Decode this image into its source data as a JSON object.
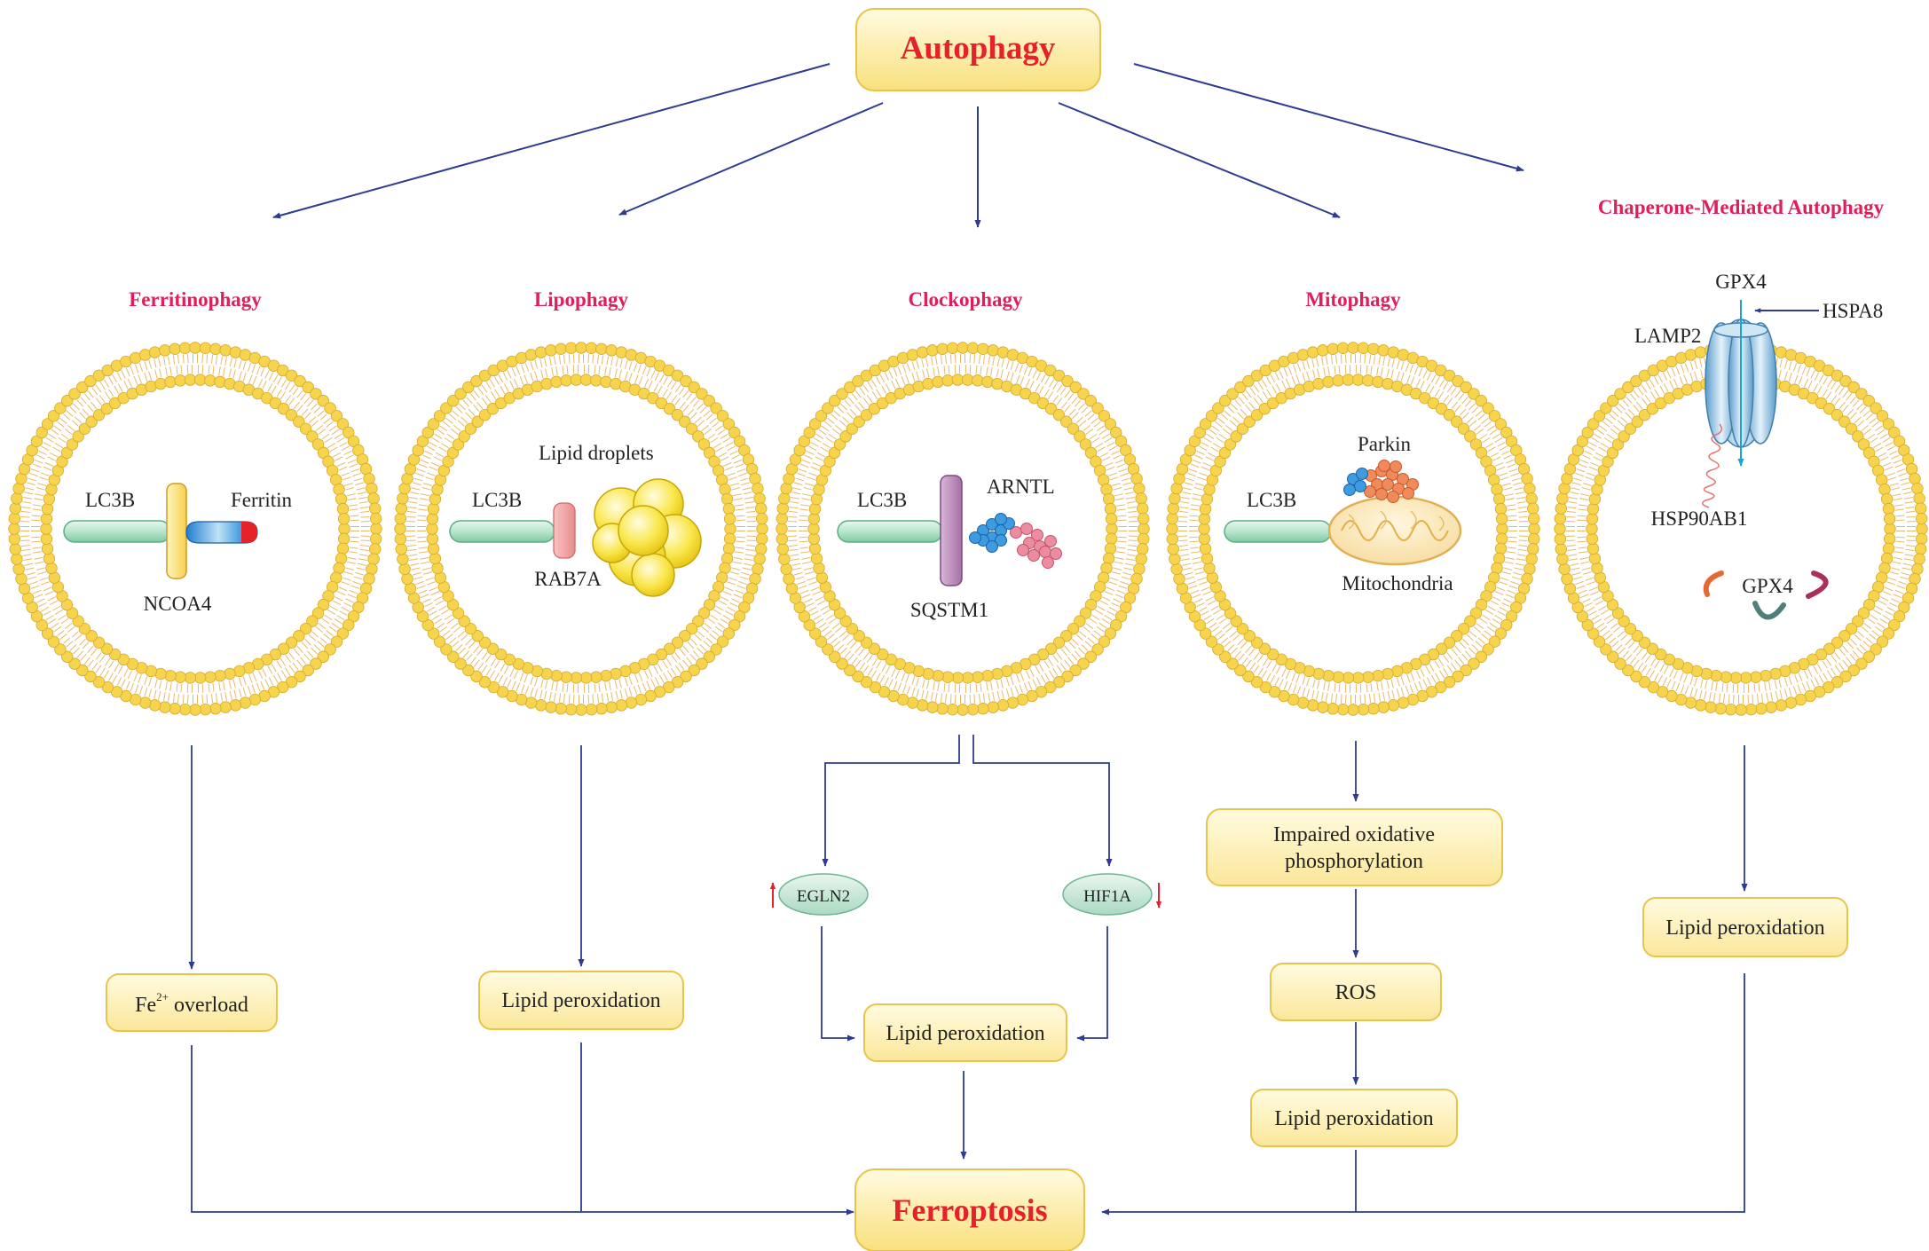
{
  "title": "Autophagy",
  "outcome": "Ferroptosis",
  "colors": {
    "arrow": "#2e3b8f",
    "title_red": "#e5212a",
    "pathway_label": "#e01e5a",
    "box_fill": "#fdf3b0",
    "box_stroke": "#e8c44a",
    "membrane_head": "#f6d44e",
    "membrane_tail": "#e9b96a"
  },
  "pathways": {
    "ferritinophagy": {
      "label": "Ferritinophagy",
      "proteins": {
        "lc3b": "LC3B",
        "ncoa4": "NCOA4",
        "ferritin": "Ferritin"
      },
      "outcome_fe": "Fe",
      "outcome_sup": "2+",
      "outcome_rest": " overload"
    },
    "lipophagy": {
      "label": "Lipophagy",
      "proteins": {
        "lc3b": "LC3B",
        "rab7a": "RAB7A",
        "lipid_droplets": "Lipid droplets"
      },
      "outcome": "Lipid peroxidation"
    },
    "clockophagy": {
      "label": "Clockophagy",
      "proteins": {
        "lc3b": "LC3B",
        "sqstm1": "SQSTM1",
        "arntl": "ARNTL"
      },
      "egln2": "EGLN2",
      "hif1a": "HIF1A",
      "outcome": "Lipid peroxidation"
    },
    "mitophagy": {
      "label": "Mitophagy",
      "proteins": {
        "lc3b": "LC3B",
        "parkin": "Parkin",
        "mitochondria": "Mitochondria"
      },
      "step1": "Impaired oxidative phosphorylation",
      "step1_line1": "Impaired oxidative",
      "step1_line2": "phosphorylation",
      "step2": "ROS",
      "outcome": "Lipid peroxidation"
    },
    "cma": {
      "label": "Chaperone-Mediated Autophagy",
      "proteins": {
        "gpx4_top": "GPX4",
        "hspa8": "HSPA8",
        "lamp2": "LAMP2",
        "hsp90ab1": "HSP90AB1",
        "gpx4_inner": "GPX4"
      },
      "outcome": "Lipid peroxidation"
    }
  }
}
